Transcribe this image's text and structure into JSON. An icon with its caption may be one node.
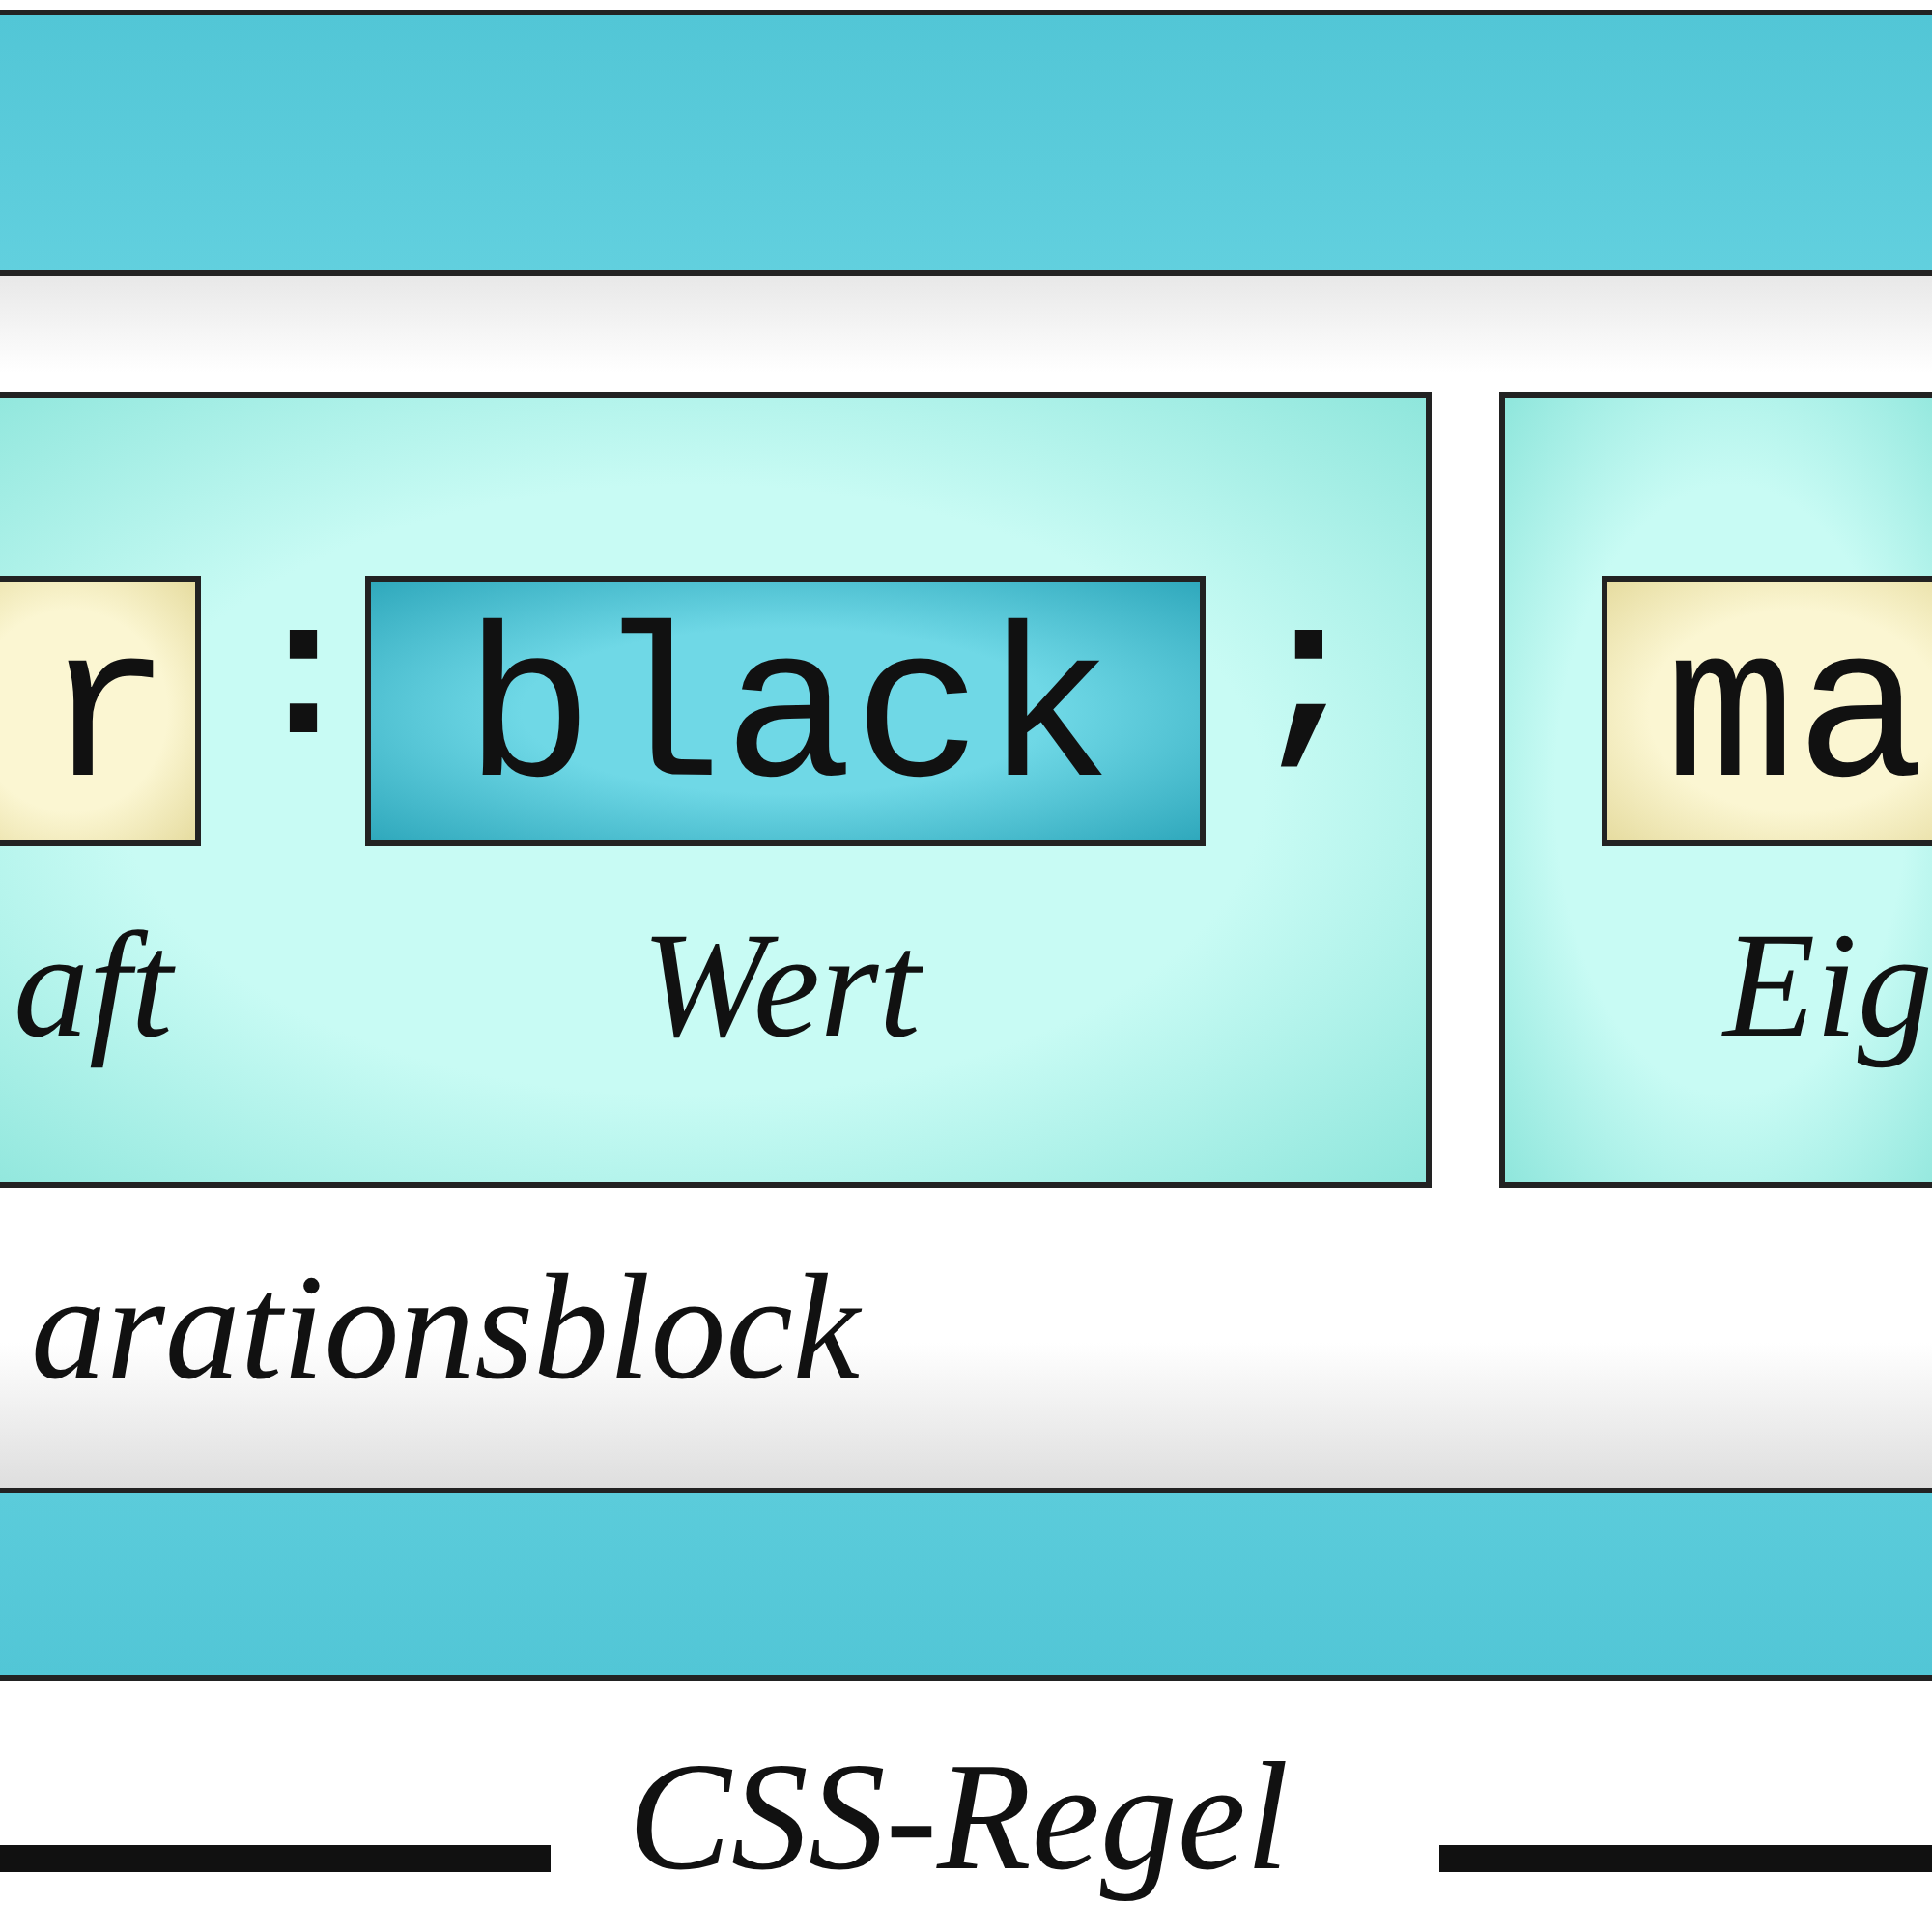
{
  "diagram": {
    "nodes": [
      {
        "text": [
          "CSS-Regel"
        ]
      },
      {
        "text": [
          "arationsblock"
        ],
        "in": 0
      },
      {
        "text": [],
        "shape": "box",
        "in": 1
      },
      {
        "text": [
          "r"
        ],
        "beside": [
          "aft"
        ],
        "in": 2
      },
      {
        "text": [
          "black"
        ],
        "beside": [
          "Wert"
        ],
        "in": 2
      },
      {
        "text": [],
        "shape": "box",
        "in": 1
      },
      {
        "text": [
          "ma"
        ],
        "beside": [
          "Eig"
        ],
        "in": 5
      }
    ],
    "edges": [],
    "labels": [
      ":",
      ";"
    ]
  }
}
